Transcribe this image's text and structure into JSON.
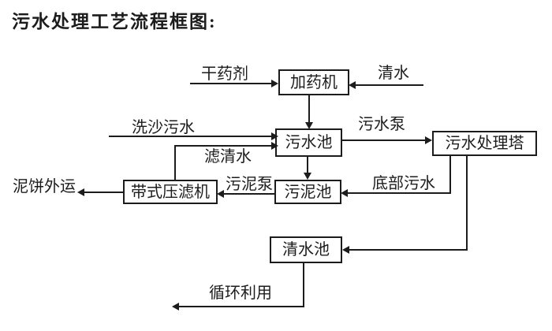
{
  "title": "污水处理工艺流程框图:",
  "nodes": {
    "dosing_machine": {
      "label": "加药机"
    },
    "sewage_pool": {
      "label": "污水池"
    },
    "treatment_tower": {
      "label": "污水处理塔"
    },
    "belt_filter_press": {
      "label": "带式压滤机"
    },
    "sludge_pool": {
      "label": "污泥池"
    },
    "clear_water_pool": {
      "label": "清水池"
    }
  },
  "flows": {
    "dry_chemical": "干药剂",
    "clean_water": "清水",
    "sand_wash_sewage": "洗沙污水",
    "filtered_water": "滤清水",
    "sewage_pump": "污水泵",
    "sludge_pump": "污泥泵",
    "bottom_sewage": "底部污水",
    "mud_cake_out": "泥饼外运",
    "recycling": "循环利用"
  },
  "colors": {
    "ink": "#1c1c1c",
    "background": "#ffffff"
  }
}
